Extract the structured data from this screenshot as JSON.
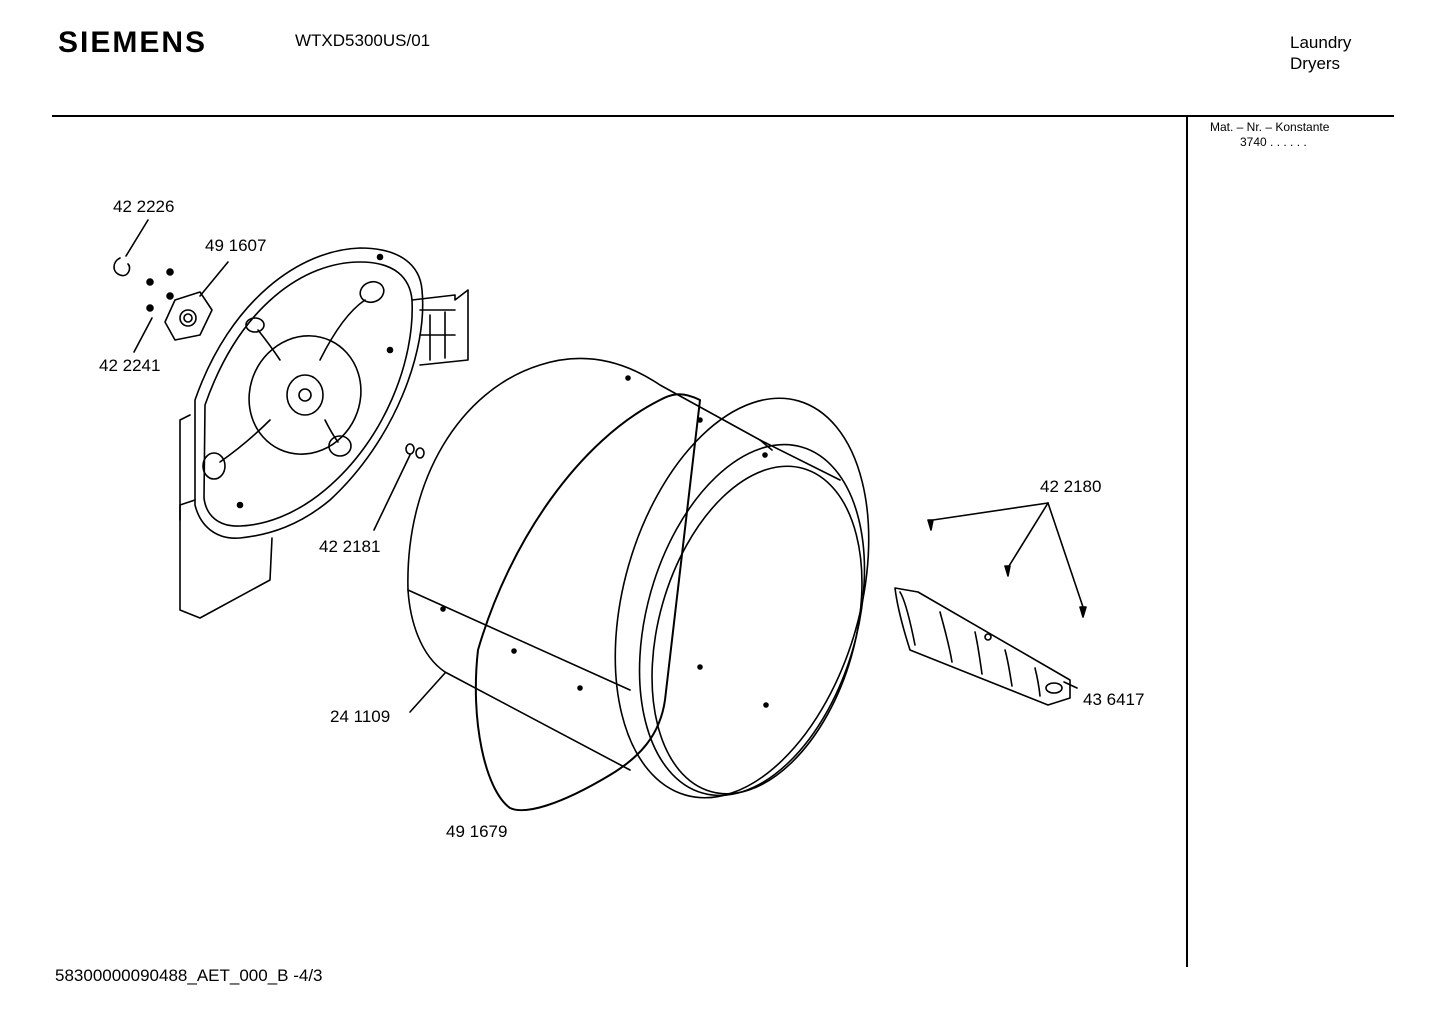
{
  "header": {
    "brand": "SIEMENS",
    "model": "WTXD5300US/01",
    "category_line1": "Laundry",
    "category_line2": "Dryers"
  },
  "material": {
    "label": "Mat. – Nr. – Konstante",
    "value": "3740  .   .   .   .   .   ."
  },
  "parts": {
    "p422226": "42 2226",
    "p491607": "49 1607",
    "p422241": "42 2241",
    "p422181": "42 2181",
    "p422180": "42 2180",
    "p436417": "43 6417",
    "p241109": "24 1109",
    "p491679": "49 1679"
  },
  "footer": {
    "doc_id": "58300000090488_AET_000_B  -4/3"
  }
}
